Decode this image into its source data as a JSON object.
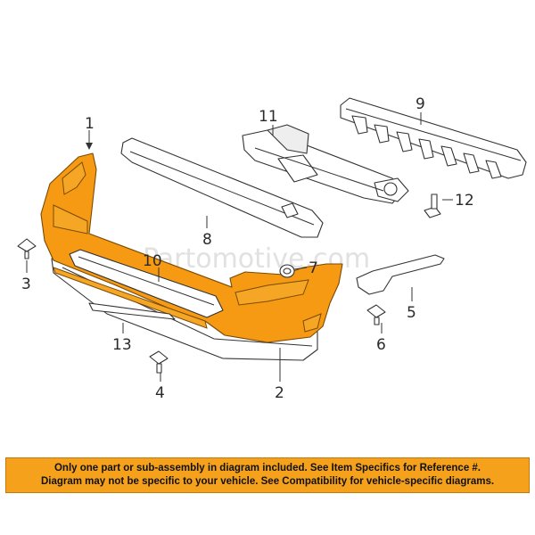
{
  "watermark": "Partomotive.com",
  "callouts": [
    "1",
    "2",
    "3",
    "4",
    "5",
    "6",
    "7",
    "8",
    "9",
    "10",
    "11",
    "12",
    "13"
  ],
  "banner": {
    "line1": "Only one part or sub-assembly in diagram included. See Item Specifics for Reference #.",
    "line2": "Diagram may not be specific to your vehicle. See Compatibility for vehicle-specific diagrams."
  },
  "colors": {
    "highlight": "#f59a12",
    "banner": "#f5a11c",
    "outline": "#333333"
  }
}
